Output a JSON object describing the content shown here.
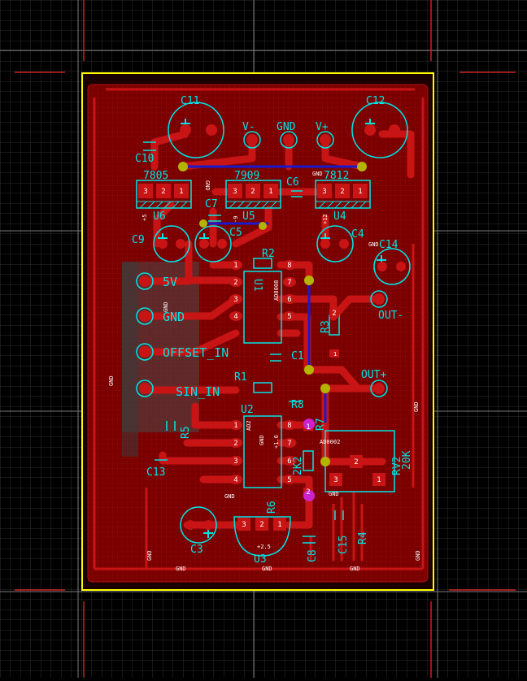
{
  "colors": {
    "background": "#000000",
    "grid_minor": "#2e2e2e",
    "grid_major": "#7a7a7a",
    "board_outline": "#ffff00",
    "copper_pour": "#8b0000",
    "copper_pour_dark": "#6e0000",
    "trace": "#c81414",
    "silkscreen": "#00e5e5",
    "bottom_trace": "#1a1acc",
    "via_yellow": "#b4b400",
    "via_magenta": "#cc22cc",
    "pad_label": "#ffffff",
    "keepout": "#555555"
  },
  "components": {
    "c11": "C11",
    "c12": "C12",
    "c10": "C10",
    "c6": "C6",
    "c7": "C7",
    "c9": "C9",
    "c5": "C5",
    "c4": "C4",
    "c14": "C14",
    "c1": "C1",
    "c13": "C13",
    "c3": "C3",
    "c8": "C8",
    "c15": "C15",
    "u6": "U6",
    "u5": "U5",
    "u4": "U4",
    "u1": "U1",
    "u2": "U2",
    "u3": "U3",
    "r1": "R1",
    "r2": "R2",
    "r3": "R3",
    "r4": "R4",
    "r5": "R5",
    "r6": "R6",
    "r7": "R7",
    "r8": "R8",
    "rv2": "RV2"
  },
  "values": {
    "u6": "7805",
    "u5": "7909",
    "u4": "7812",
    "rv2": "20K",
    "r7": "2K2"
  },
  "connectors": {
    "v_minus": "V-",
    "gnd": "GND",
    "v_plus": "V+",
    "out_minus": "OUT-",
    "out_plus": "OUT+",
    "five_v": "5V",
    "gnd_side": "GND",
    "offset_in": "OFFSET_IN",
    "sin_in": "SIN_IN"
  },
  "pins": {
    "reg": [
      "3",
      "2",
      "1"
    ],
    "u1_left": [
      "1",
      "2",
      "3",
      "4"
    ],
    "u1_right": [
      "8",
      "7",
      "6",
      "5"
    ],
    "u2_left": [
      "1",
      "2",
      "3",
      "4"
    ],
    "u2_right": [
      "8",
      "7",
      "6",
      "5"
    ],
    "u3": [
      "3",
      "2",
      "1"
    ],
    "rv2": [
      "3",
      "2",
      "1"
    ],
    "r3": [
      "2",
      "1"
    ],
    "r7": [
      "1",
      "2"
    ]
  },
  "net_labels": {
    "gnd": "GND",
    "plus5": "+5",
    "minus9": "-9",
    "plus12": "+12",
    "plus25": "+2.5",
    "plus16": "+1.6",
    "ad8": "AD8008",
    "ad2": "AD2",
    "ad0002": "AD0002",
    "one": "1"
  }
}
